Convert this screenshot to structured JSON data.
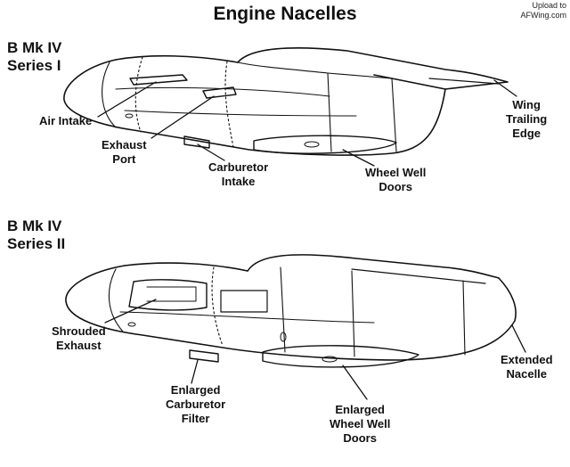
{
  "title": "Engine Nacelles",
  "watermark": {
    "line1": "Upload to",
    "line2": "AFWing.com"
  },
  "series1": {
    "heading_line1": "B Mk IV",
    "heading_line2": "Series I",
    "labels": {
      "air_intake": "Air Intake",
      "exhaust_port_line1": "Exhaust",
      "exhaust_port_line2": "Port",
      "carburetor_line1": "Carburetor",
      "carburetor_line2": "Intake",
      "wheel_well_line1": "Wheel Well",
      "wheel_well_line2": "Doors",
      "wing_line1": "Wing",
      "wing_line2": "Trailing",
      "wing_line3": "Edge"
    }
  },
  "series2": {
    "heading_line1": "B Mk IV",
    "heading_line2": "Series II",
    "labels": {
      "shrouded_line1": "Shrouded",
      "shrouded_line2": "Exhaust",
      "filter_line1": "Enlarged",
      "filter_line2": "Carburetor",
      "filter_line3": "Filter",
      "wheel_well_line1": "Enlarged",
      "wheel_well_line2": "Wheel Well",
      "wheel_well_line3": "Doors",
      "extended_line1": "Extended",
      "extended_line2": "Nacelle"
    }
  }
}
